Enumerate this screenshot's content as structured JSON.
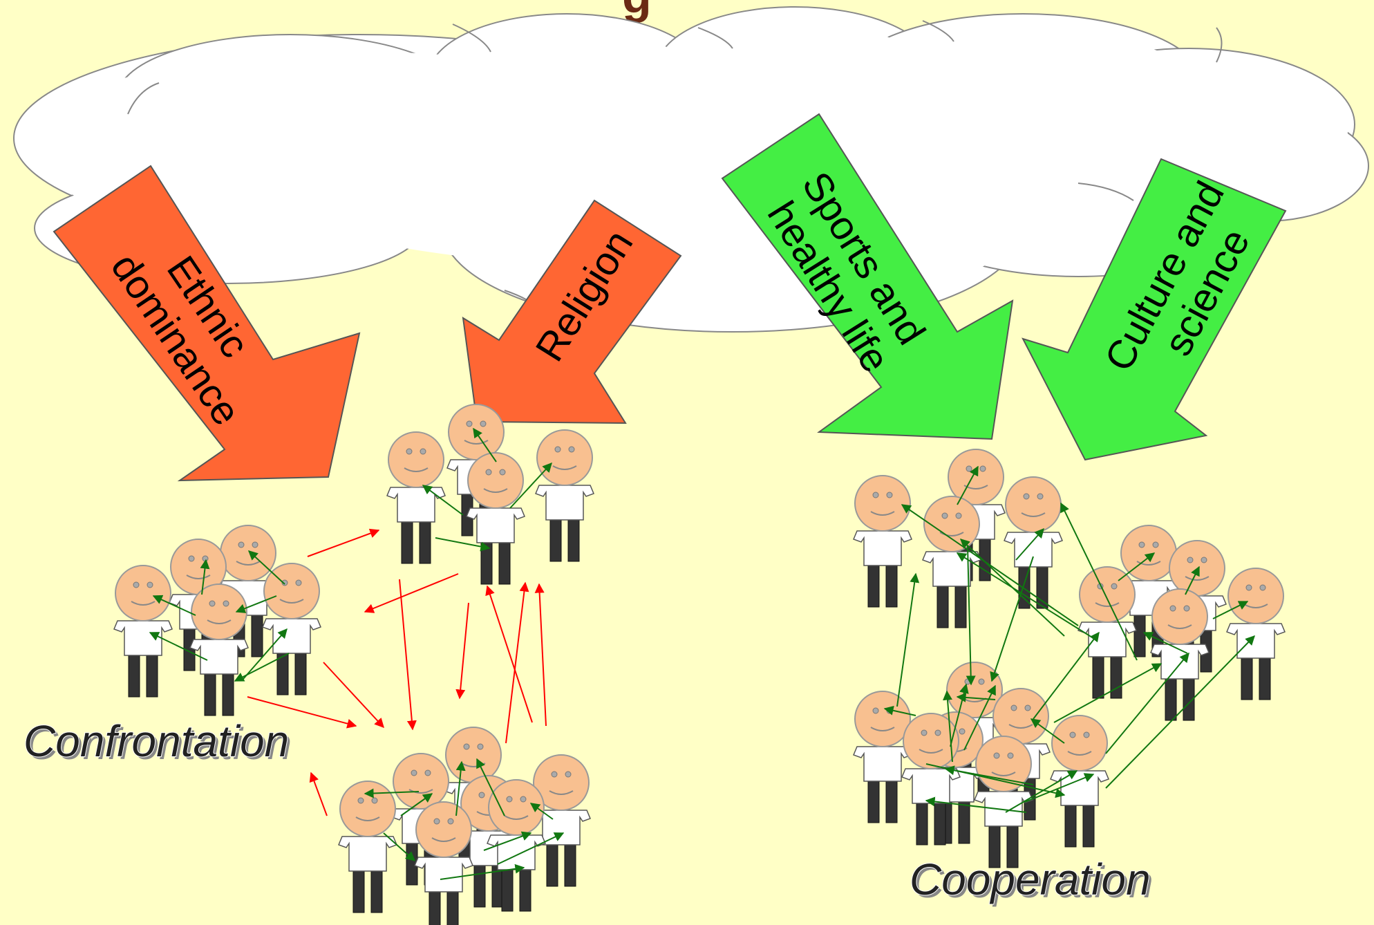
{
  "title_fragment": "g",
  "arrows": {
    "ethnic": {
      "line1": "Ethnic",
      "line2": "dominance",
      "color": "#ff6633"
    },
    "religion": {
      "line1": "Religion",
      "color": "#ff6633"
    },
    "sports": {
      "line1": "Sports and",
      "line2": "healthy life",
      "color": "#44ee44"
    },
    "culture": {
      "line1": "Culture and",
      "line2": "science",
      "color": "#44ee44"
    }
  },
  "labels": {
    "confrontation": "Confrontation",
    "cooperation": "Cooperation"
  },
  "colors": {
    "background": "#ffffc6",
    "cloud_fill": "#ffffff",
    "conflict_arrow": "#ff0000",
    "cooperation_arrow": "#117711",
    "face": "#f8c090",
    "shirt": "#ffffff",
    "trousers": "#333333",
    "title": "#6b2a14"
  }
}
